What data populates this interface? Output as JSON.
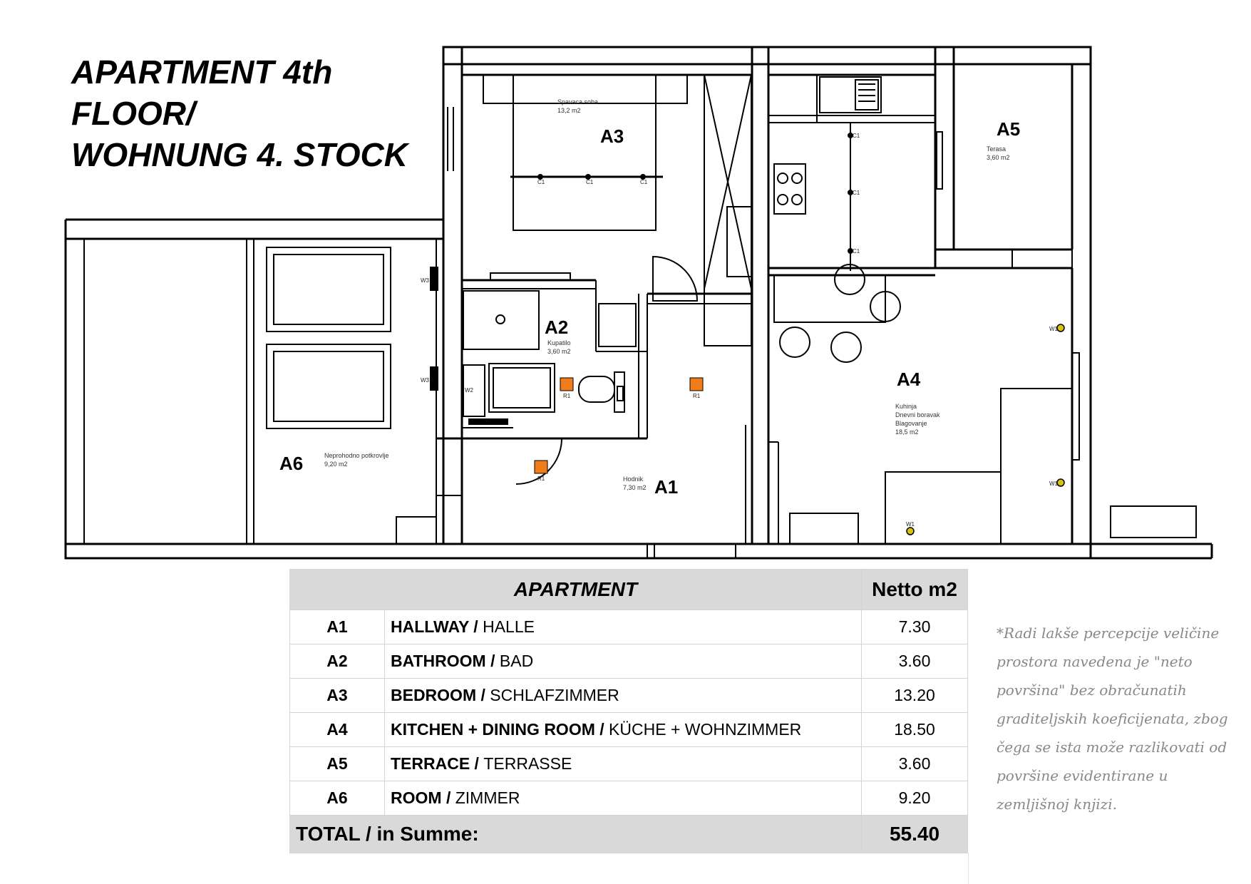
{
  "title": {
    "line1": "APARTMENT 4th",
    "line2": "FLOOR/",
    "line3": "WOHNUNG 4. STOCK"
  },
  "colors": {
    "wall": "#000000",
    "fixture_marker": "#f07c1a",
    "table_header_bg": "#d9d9d9",
    "footnote_text": "#888888"
  },
  "plan": {
    "rooms": [
      {
        "code": "A1",
        "name": "Hodnik",
        "area": "7,30 m2"
      },
      {
        "code": "A2",
        "name": "Kupatilo",
        "area": "3,60 m2"
      },
      {
        "code": "A3",
        "name": "Spavaca soba",
        "area": "13,2 m2"
      },
      {
        "code": "A4",
        "name": "Kuhinja",
        "name2": "Dnevni boravak",
        "name3": "Blagovanje",
        "area": "18,5 m2"
      },
      {
        "code": "A5",
        "name": "Terasa",
        "area": "3,60 m2"
      },
      {
        "code": "A6",
        "name": "Neprohodno potkrovlje",
        "area": "9,20 m2"
      }
    ],
    "fixture_labels": {
      "c1": "C1",
      "r1": "R1",
      "w1": "W1",
      "w2": "W2",
      "w3": "W3"
    }
  },
  "table": {
    "header_apartment": "APARTMENT",
    "header_netto": "Netto m2",
    "rows": [
      {
        "code": "A1",
        "name_en": "HALLWAY / ",
        "name_de": "HALLE",
        "value": "7.30"
      },
      {
        "code": "A2",
        "name_en": "BATHROOM / ",
        "name_de": "BAD",
        "value": "3.60"
      },
      {
        "code": "A3",
        "name_en": "BEDROOM / ",
        "name_de": "SCHLAFZIMMER",
        "value": "13.20"
      },
      {
        "code": "A4",
        "name_en": "KITCHEN + DINING ROOM / ",
        "name_de": "KÜCHE + WOHNZIMMER",
        "value": "18.50"
      },
      {
        "code": "A5",
        "name_en": "TERRACE / ",
        "name_de": "TERRASSE",
        "value": "3.60"
      },
      {
        "code": "A6",
        "name_en": "ROOM / ",
        "name_de": "ZIMMER",
        "value": "9.20"
      }
    ],
    "total_label": "TOTAL / in Summe:",
    "total_value": "55.40"
  },
  "footnote": "*Radi lakše percepcije veličine prostora navedena je \"neto površina\" bez obračunatih graditeljskih koeficijenata, zbog čega se ista može razlikovati od površine evidentirane u zemljišnoj knjizi."
}
